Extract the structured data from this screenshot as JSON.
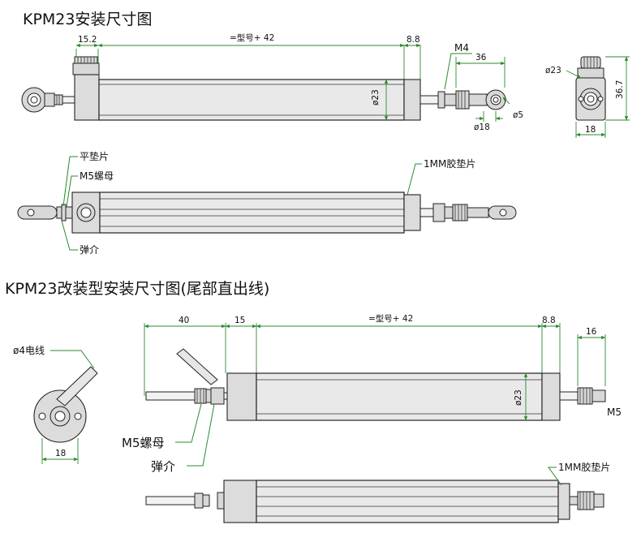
{
  "sections": [
    {
      "title": "KPM23安装尺寸图"
    },
    {
      "title": "KPM23改装型安装尺寸图(尾部直出线)"
    }
  ],
  "top_drawing": {
    "dim_left": "15.2",
    "dim_mid": "=型号+ 42",
    "dim_right": "8.8",
    "dim_dia": "ø23",
    "thread": "M4",
    "dim_eye_len": "36",
    "dim_eye_dia": "ø18",
    "dim_hole": "ø5",
    "side_dia": "ø23",
    "side_height": "36.7",
    "side_width": "18"
  },
  "top_assembly": {
    "flat_washer": "平垫片",
    "nut": "M5螺母",
    "spring_washer": "弹介",
    "gasket": "1MM胶垫片"
  },
  "bottom_drawing": {
    "cable": "ø4电线",
    "end_width": "18",
    "dim_a": "40",
    "dim_b": "15",
    "dim_mid": "=型号+ 42",
    "dim_right": "8.8",
    "dim_dia": "ø23",
    "dim_thread_len": "16",
    "thread": "M5",
    "nut": "M5螺母",
    "spring_washer": "弹介",
    "gasket": "1MM胶垫片"
  },
  "colors": {
    "accent": "#2c8a2c",
    "outline": "#222222"
  }
}
